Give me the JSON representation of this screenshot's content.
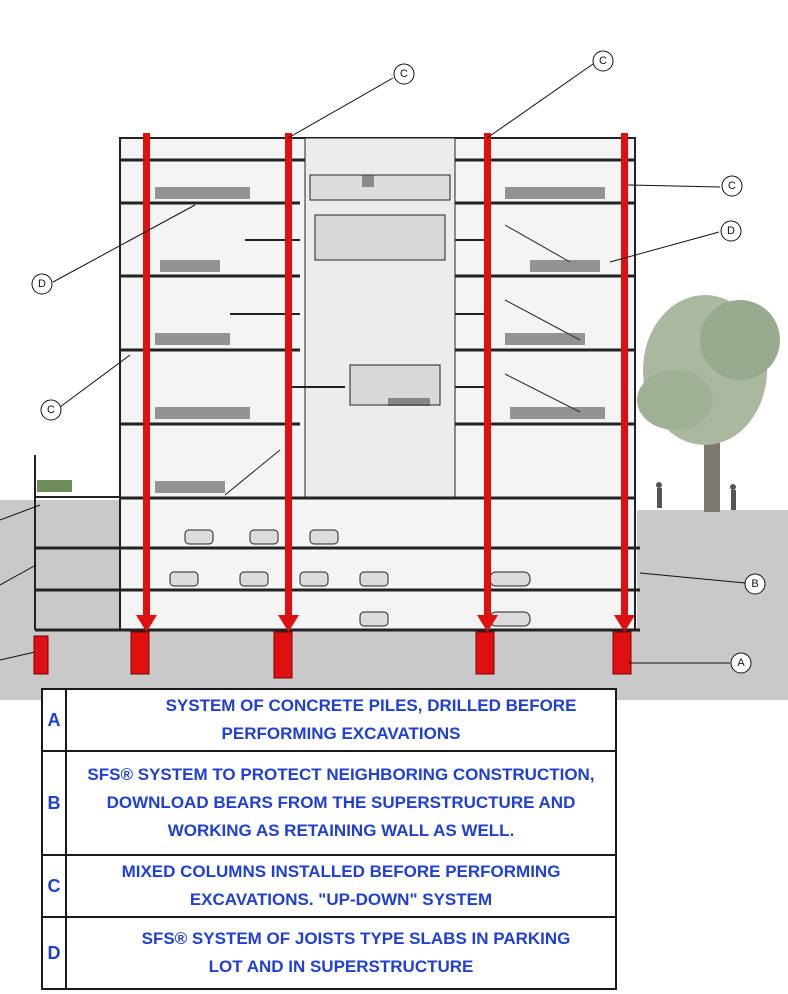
{
  "colors": {
    "ground": "#c9c9c9",
    "building_line": "#222222",
    "column": "#e01010",
    "legend_text": "#1f3fd6",
    "tree": "#8fa383"
  },
  "callouts": {
    "a": "A",
    "b": "B",
    "c": "C",
    "d": "D"
  },
  "legend": [
    {
      "key": "A",
      "lines": [
        "SYSTEM OF CONCRETE PILES, DRILLED BEFORE",
        "PERFORMING EXCAVATIONS"
      ]
    },
    {
      "key": "B",
      "lines": [
        "SFS® SYSTEM TO PROTECT NEIGHBORING CONSTRUCTION,",
        "DOWNLOAD BEARS FROM THE SUPERSTRUCTURE  AND",
        "WORKING AS RETAINING WALL AS WELL."
      ]
    },
    {
      "key": "C",
      "lines": [
        "MIXED COLUMNS INSTALLED BEFORE PERFORMING",
        "EXCAVATIONS. \"UP-DOWN\" SYSTEM"
      ]
    },
    {
      "key": "D",
      "lines": [
        "SFS® SYSTEM OF JOISTS TYPE SLABS IN PARKING",
        "LOT AND IN SUPERSTRUCTURE"
      ]
    }
  ]
}
